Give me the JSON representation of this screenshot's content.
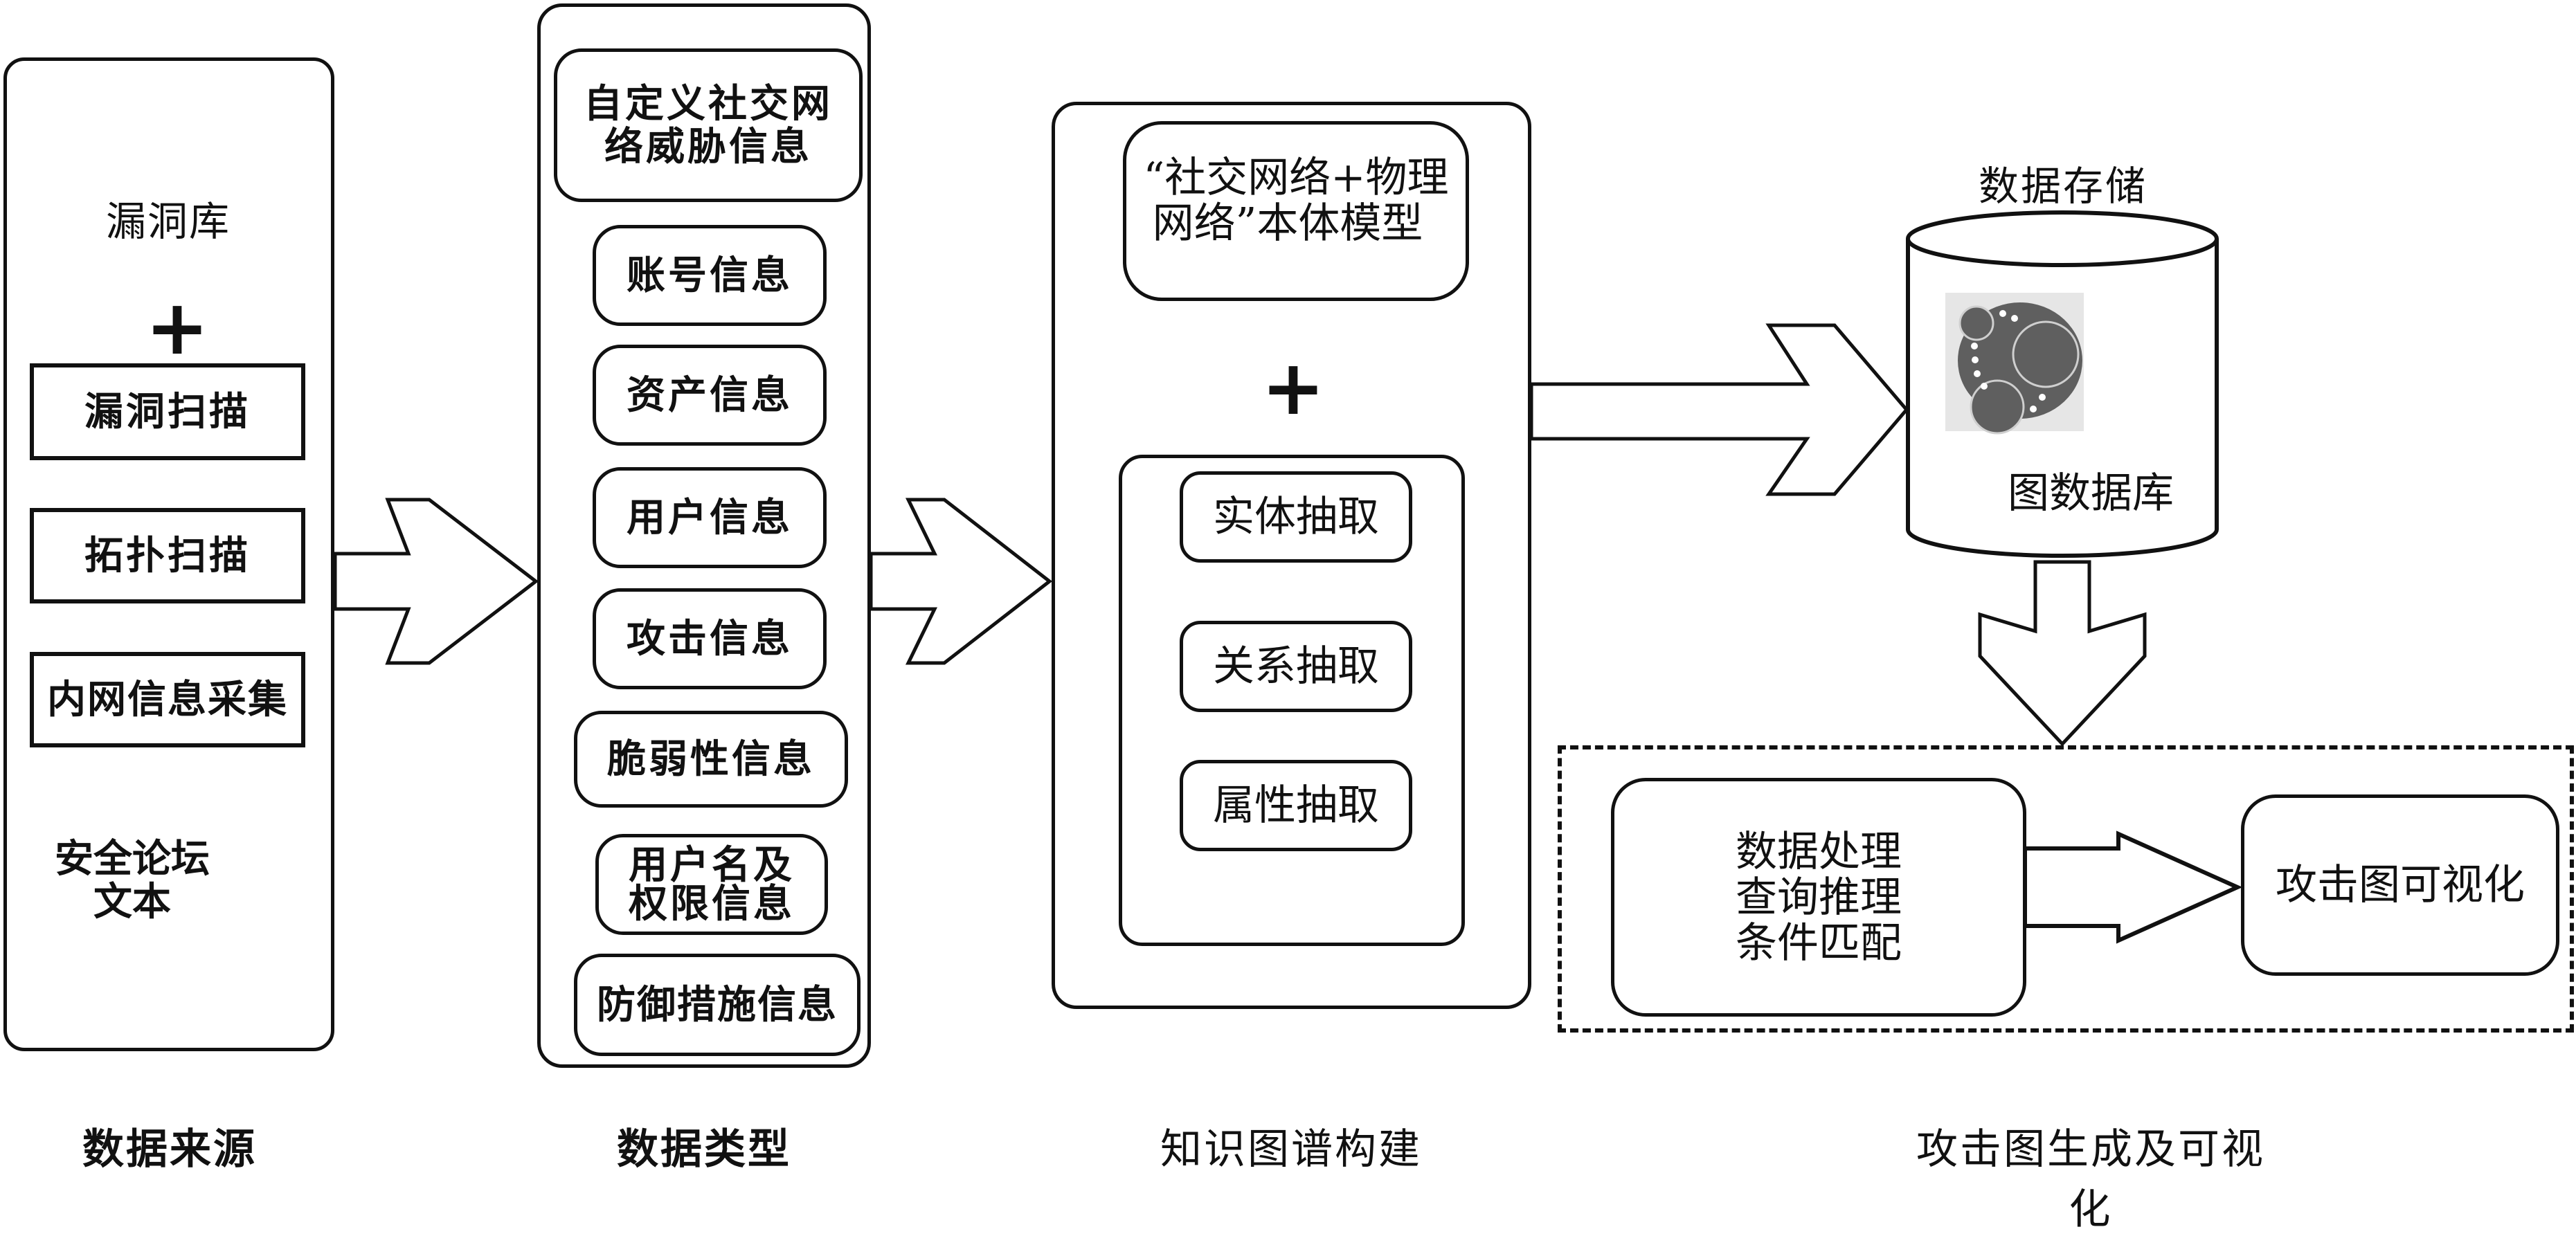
{
  "source": {
    "caption": "数据来源",
    "database": "漏洞库",
    "plus": "+",
    "items": [
      "漏洞扫描",
      "拓扑扫描",
      "内网信息采集"
    ],
    "document_line1": "安全论坛",
    "document_line2": "文本"
  },
  "types": {
    "caption": "数据类型",
    "items": [
      {
        "line1": "自定义社交网",
        "line2": "络威胁信息"
      },
      {
        "line1": "账号信息",
        "line2": ""
      },
      {
        "line1": "资产信息",
        "line2": ""
      },
      {
        "line1": "用户信息",
        "line2": ""
      },
      {
        "line1": "攻击信息",
        "line2": ""
      },
      {
        "line1": "脆弱性信息",
        "line2": ""
      },
      {
        "line1": "用户名及",
        "line2": "权限信息"
      },
      {
        "line1": "防御措施信息",
        "line2": ""
      }
    ]
  },
  "kg": {
    "caption": "知识图谱构建",
    "ontology_line1": "“社交网络+物理",
    "ontology_line2": "网络”本体模型",
    "plus": "+",
    "extractions": [
      "实体抽取",
      "关系抽取",
      "属性抽取"
    ]
  },
  "storage": {
    "title": "数据存储",
    "db_label": "图数据库",
    "icon": "graph-database-logo"
  },
  "attack": {
    "caption": "攻击图生成及可视化",
    "process_lines": [
      "数据处理",
      "查询推理",
      "条件匹配"
    ],
    "visualize": "攻击图可视化"
  }
}
